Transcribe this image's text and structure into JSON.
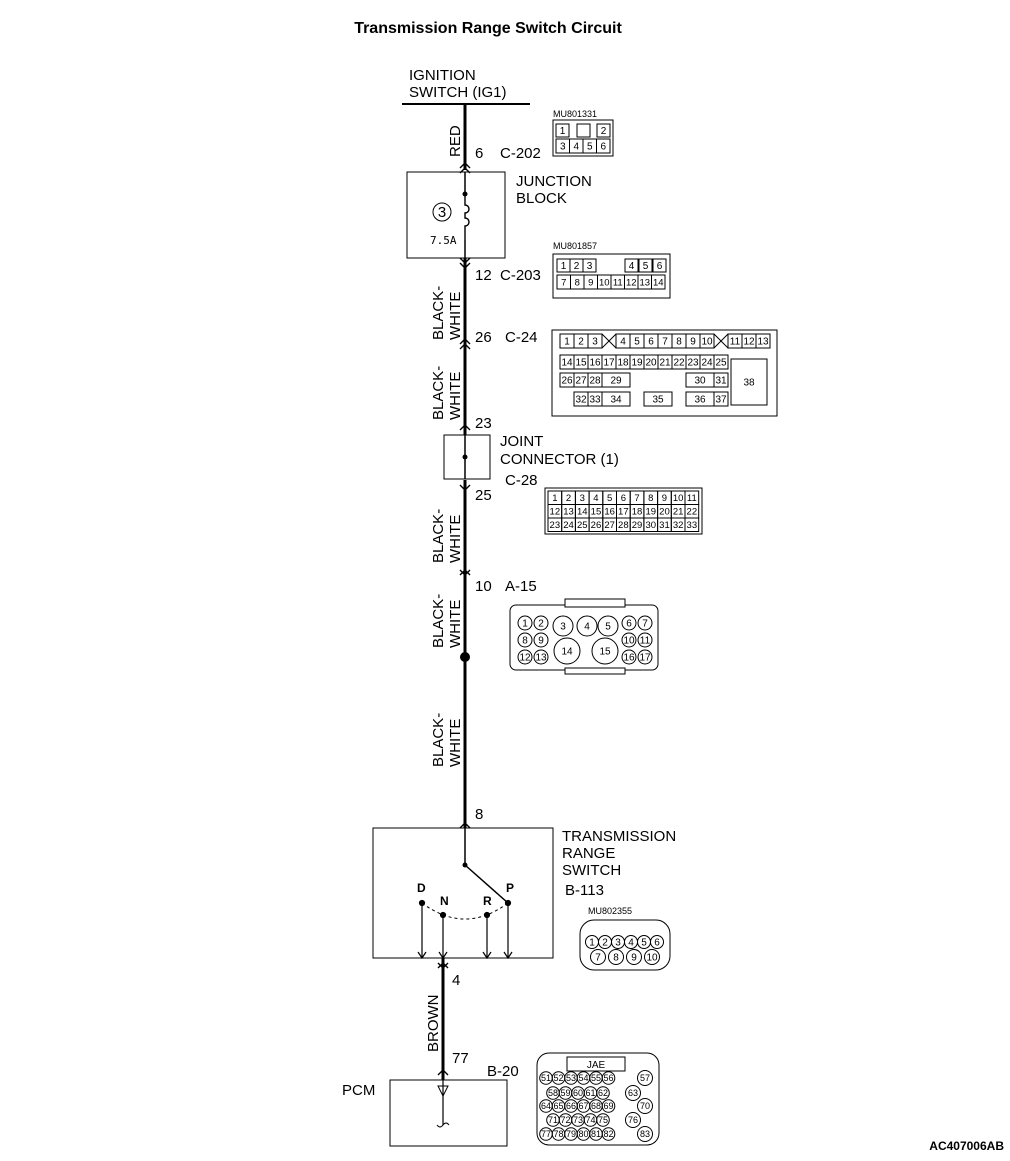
{
  "title": "Transmission Range Switch Circuit",
  "figure_code": "AC407006AB",
  "ignition": {
    "line1": "IGNITION",
    "line2": "SWITCH (IG1)"
  },
  "wires": {
    "red": "RED",
    "bw1_a": "BLACK-",
    "bw1_b": "WHITE",
    "bw2_a": "BLACK-",
    "bw2_b": "WHITE",
    "bw3_a": "BLACK-",
    "bw3_b": "WHITE",
    "bw4_a": "BLACK-",
    "bw4_b": "WHITE",
    "bw5_a": "BLACK-",
    "bw5_b": "WHITE",
    "brown": "BROWN"
  },
  "junction_block": {
    "line1": "JUNCTION",
    "line2": "BLOCK",
    "fuse_no": "3",
    "fuse_rating": "7.5A"
  },
  "joint_connector": {
    "line1": "JOINT",
    "line2": "CONNECTOR (1)"
  },
  "range_switch": {
    "line1": "TRANSMISSION",
    "line2": "RANGE",
    "line3": "SWITCH",
    "connector": "B-113",
    "pos_d": "D",
    "pos_n": "N",
    "pos_r": "R",
    "pos_p": "P"
  },
  "pcm": {
    "label": "PCM",
    "connector": "B-20"
  },
  "pins": {
    "c202": "6",
    "c203": "12",
    "c24": "26",
    "c28_in": "23",
    "c28_out": "25",
    "a15": "10",
    "b113": "8",
    "b113_out": "4",
    "b20": "77"
  },
  "connectors": {
    "c202": {
      "code": "MU801331",
      "name": "C-202",
      "row1": [
        "1",
        "",
        "2"
      ],
      "row2": [
        "3",
        "4",
        "5",
        "6"
      ]
    },
    "c203": {
      "code": "MU801857",
      "name": "C-203",
      "row1": [
        "1",
        "2",
        "3",
        "4",
        "5",
        "6"
      ],
      "row2": [
        "7",
        "8",
        "9",
        "10",
        "11",
        "12",
        "13",
        "14"
      ]
    },
    "c24": {
      "name": "C-24",
      "row1": [
        "1",
        "2",
        "3",
        "4",
        "5",
        "6",
        "7",
        "8",
        "9",
        "10",
        "11",
        "12",
        "13"
      ],
      "row2": [
        "14",
        "15",
        "16",
        "17",
        "18",
        "19",
        "20",
        "21",
        "22",
        "23",
        "24",
        "25"
      ],
      "row3": [
        "26",
        "27",
        "28",
        "29",
        "30",
        "31",
        "38"
      ],
      "row4": [
        "32",
        "33",
        "34",
        "35",
        "36",
        "37"
      ]
    },
    "c28": {
      "name": "C-28",
      "row1": [
        "1",
        "2",
        "3",
        "4",
        "5",
        "6",
        "7",
        "8",
        "9",
        "10",
        "11"
      ],
      "row2": [
        "12",
        "13",
        "14",
        "15",
        "16",
        "17",
        "18",
        "19",
        "20",
        "21",
        "22"
      ],
      "row3": [
        "23",
        "24",
        "25",
        "26",
        "27",
        "28",
        "29",
        "30",
        "31",
        "32",
        "33"
      ]
    },
    "a15": {
      "name": "A-15",
      "pins": [
        "1",
        "2",
        "3",
        "4",
        "5",
        "6",
        "7",
        "8",
        "9",
        "10",
        "11",
        "12",
        "13",
        "14",
        "15",
        "16",
        "17"
      ]
    },
    "b113": {
      "code": "MU802355",
      "row1": [
        "1",
        "2",
        "3",
        "4",
        "5",
        "6"
      ],
      "row2": [
        "7",
        "8",
        "9",
        "10"
      ]
    },
    "b20": {
      "header": "JAE",
      "row1": [
        "51",
        "52",
        "53",
        "54",
        "55",
        "56",
        "57"
      ],
      "row2": [
        "58",
        "59",
        "60",
        "61",
        "62",
        "63"
      ],
      "row3": [
        "64",
        "65",
        "66",
        "67",
        "68",
        "69",
        "70"
      ],
      "row4": [
        "71",
        "72",
        "73",
        "74",
        "75",
        "76"
      ],
      "row5": [
        "77",
        "78",
        "79",
        "80",
        "81",
        "82",
        "83"
      ]
    }
  }
}
